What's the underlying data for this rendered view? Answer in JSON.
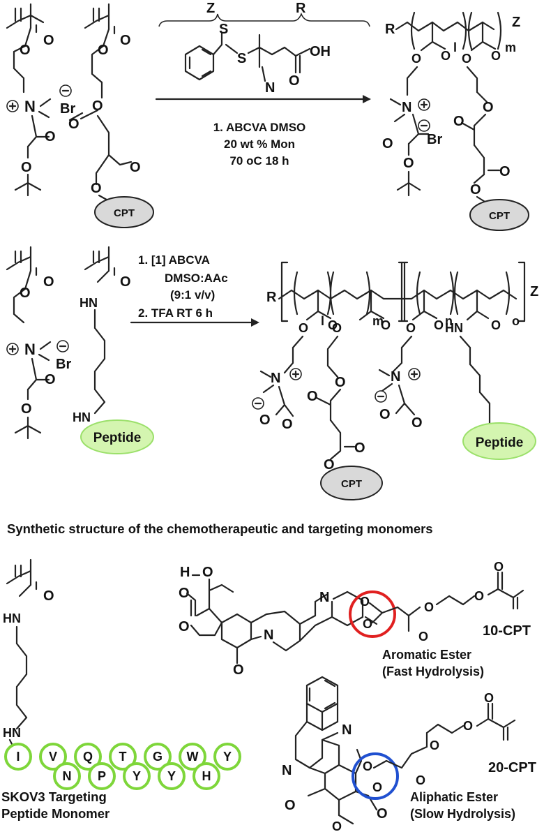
{
  "colors": {
    "cpt_fill": "#d9d9d9",
    "peptide_fill": "#d4f5b0",
    "peptide_ring": "#7ed63a",
    "aromatic_highlight": "#e02020",
    "aliphatic_highlight": "#2050d0"
  },
  "scheme1": {
    "z_label": "Z",
    "r_label": "R",
    "cta_atoms": {
      "s_thione": "S",
      "s_thio": "S",
      "n": "N",
      "oh": "OH"
    },
    "conditions": [
      "1. ABCVA DMSO",
      "20 wt % Mon",
      "70 oC 18 h"
    ],
    "product": {
      "r": "R",
      "z": "Z",
      "l": "l",
      "m": "m"
    },
    "cpt": "CPT",
    "br": "Br"
  },
  "scheme2": {
    "conditions": [
      "1. [1] ABCVA",
      "DMSO:AAc",
      "(9:1 v/v)",
      "2. TFA RT 6 h"
    ],
    "product": {
      "r": "R",
      "z": "Z",
      "l": "l",
      "m": "m",
      "n": "n",
      "o": "o"
    },
    "peptide": "Peptide",
    "cpt": "CPT",
    "hn": "HN"
  },
  "caption": "Synthetic structure of the chemotherapeutic and targeting monomers",
  "bottom": {
    "hn": "HN",
    "peptide_sequence_top": [
      "I",
      "V",
      "Q",
      "T",
      "G",
      "W",
      "Y"
    ],
    "peptide_sequence_bottom": [
      "N",
      "P",
      "Y",
      "Y",
      "H"
    ],
    "skov_label_1": "SKOV3 Targeting",
    "skov_label_2": "Peptide Monomer",
    "cpt10_label": "10-CPT",
    "cpt20_label": "20-CPT",
    "aromatic_1": "Aromatic Ester",
    "aromatic_2": "(Fast Hydrolysis)",
    "aliphatic_1": "Aliphatic Ester",
    "aliphatic_2": "(Slow Hydrolysis)"
  }
}
